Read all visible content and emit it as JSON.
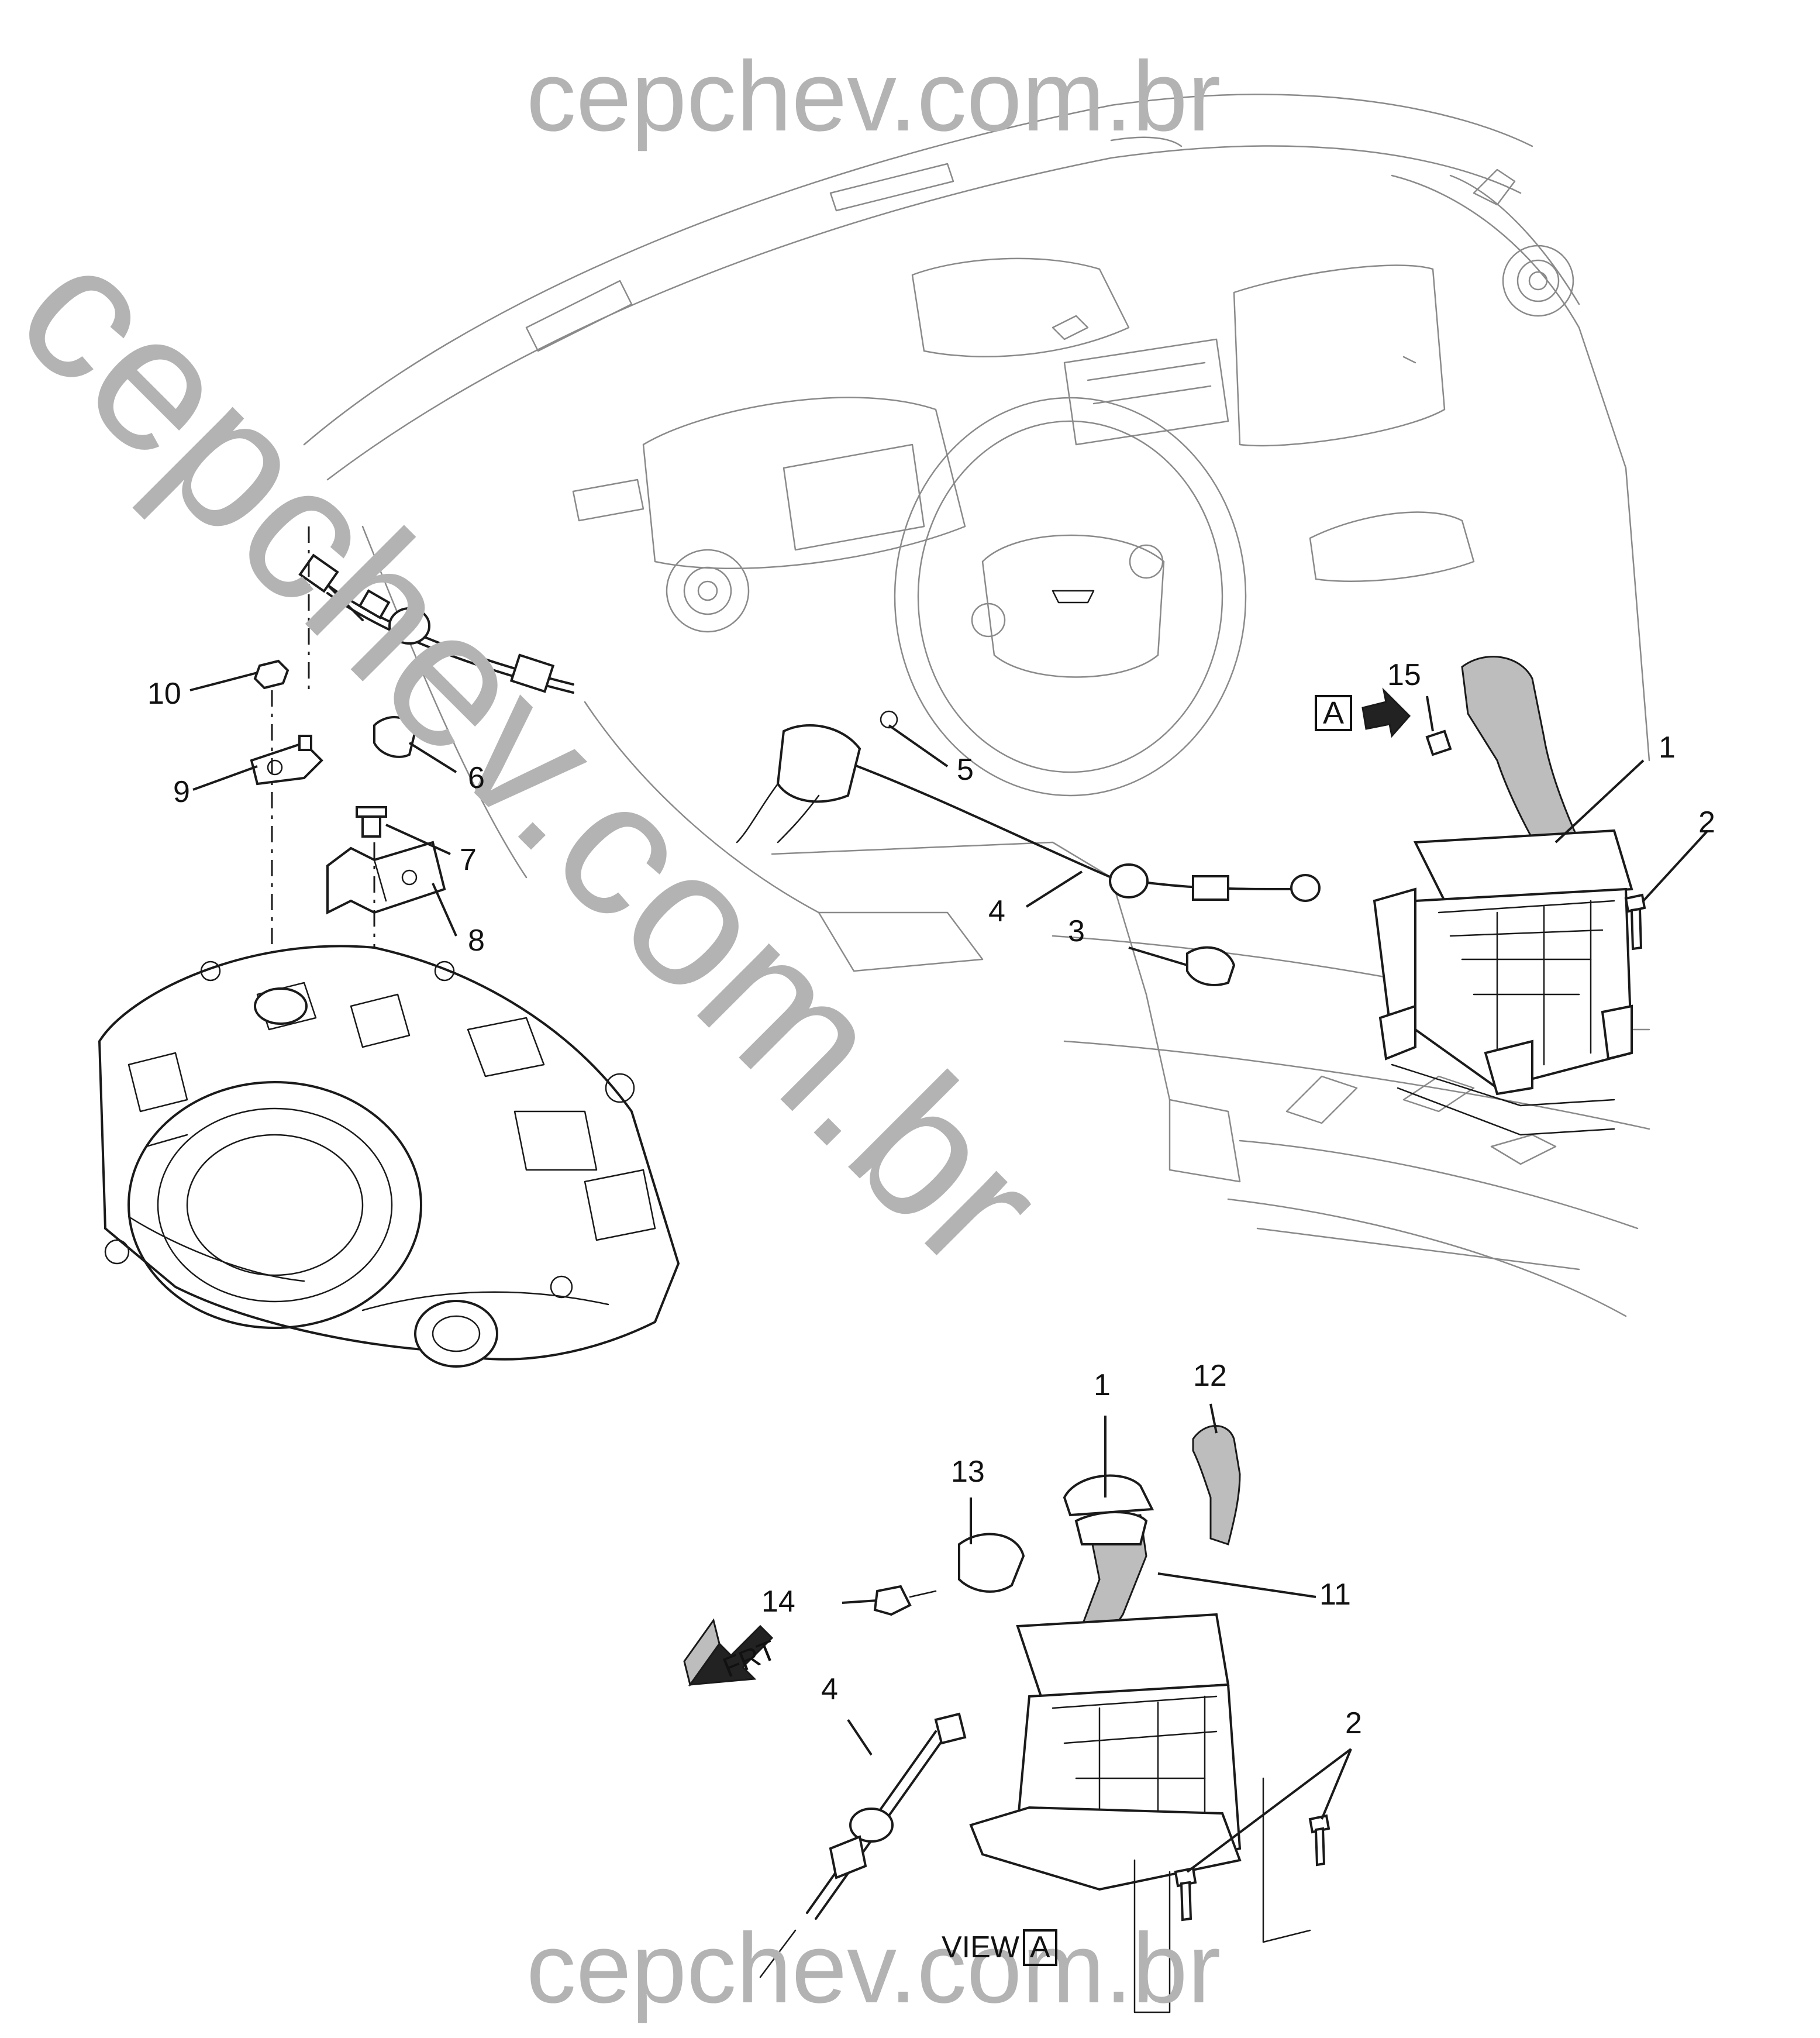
{
  "watermark": {
    "top": "cepchev.com.br",
    "diagonal": "cepchev.com.br",
    "bottom": "cepchev.com.br"
  },
  "callouts": {
    "c1_upper": "1",
    "c2_upper": "2",
    "c3": "3",
    "c4_upper": "4",
    "c5": "5",
    "c6": "6",
    "c7": "7",
    "c8": "8",
    "c9": "9",
    "c10": "10",
    "c15": "15",
    "c1_lower": "1",
    "c11": "11",
    "c12": "12",
    "c13": "13",
    "c14": "14",
    "c4_lower": "4",
    "c2_lower": "2"
  },
  "view_marker": {
    "arrow_label": "A"
  },
  "view_caption": {
    "text": "VIEW",
    "box": "A"
  },
  "front_marker": "FRT",
  "icons": [
    "view-direction-arrow",
    "front-direction-arrow"
  ],
  "colors": {
    "line": "#1a1a1a",
    "watermark": "#b3b3b3",
    "background": "#ffffff"
  }
}
